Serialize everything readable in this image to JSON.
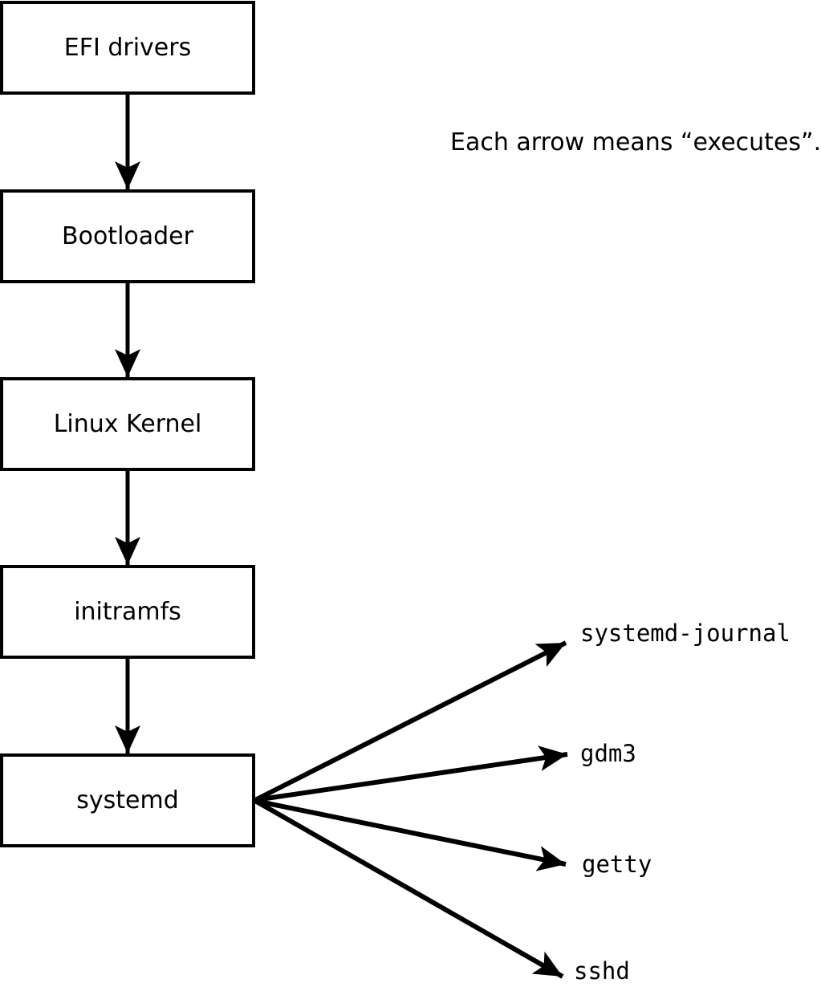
{
  "diagram": {
    "note": "Each arrow means “executes”.",
    "arrow_semantics": "executes",
    "chain_nodes": [
      {
        "label": "EFI drivers"
      },
      {
        "label": "Bootloader"
      },
      {
        "label": "Linux Kernel"
      },
      {
        "label": "initramfs"
      },
      {
        "label": "systemd"
      }
    ],
    "spawned_processes": [
      {
        "label": "systemd-journal"
      },
      {
        "label": "gdm3"
      },
      {
        "label": "getty"
      },
      {
        "label": "sshd"
      }
    ],
    "colors": {
      "foreground": "#000000",
      "background": "#ffffff"
    }
  }
}
